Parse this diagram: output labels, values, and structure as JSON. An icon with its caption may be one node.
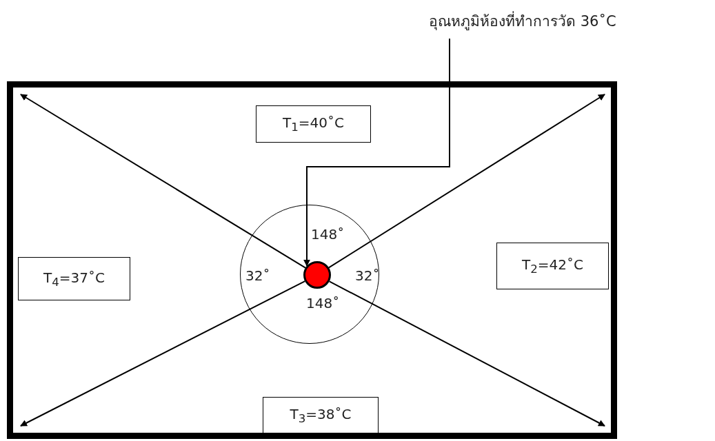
{
  "diagram": {
    "nodes": [
      {
        "text": [
          "อุณหภูมิห้องที่ทำการวัด 36˚C"
        ]
      },
      {
        "text": [],
        "shape": "box"
      },
      {
        "text": [
          "T$_{1}$=40˚C"
        ],
        "in": 1
      },
      {
        "text": [],
        "shape": "circle",
        "in": 1
      },
      {
        "text": [
          "T$_{4}$=37˚C"
        ],
        "in": 1
      },
      {
        "text": [],
        "shape": "circle",
        "in": 3
      },
      {
        "text": [
          "T$_{2}$=42˚C"
        ],
        "in": 1
      },
      {
        "text": [
          "T$_{3}$=38˚C"
        ],
        "in": 1
      }
    ],
    "edges": [
      {
        "from": 0,
        "to": 5,
        "arrow": "to"
      },
      {
        "from": 5,
        "to": 1,
        "arrow": "to"
      },
      {
        "from": 5,
        "to": 1,
        "arrow": "to"
      },
      {
        "from": 5,
        "to": 1,
        "arrow": "to"
      },
      {
        "from": 5,
        "to": 1,
        "arrow": "to"
      }
    ],
    "labels": [
      "148˚",
      "32˚",
      "32˚",
      "148˚"
    ]
  }
}
